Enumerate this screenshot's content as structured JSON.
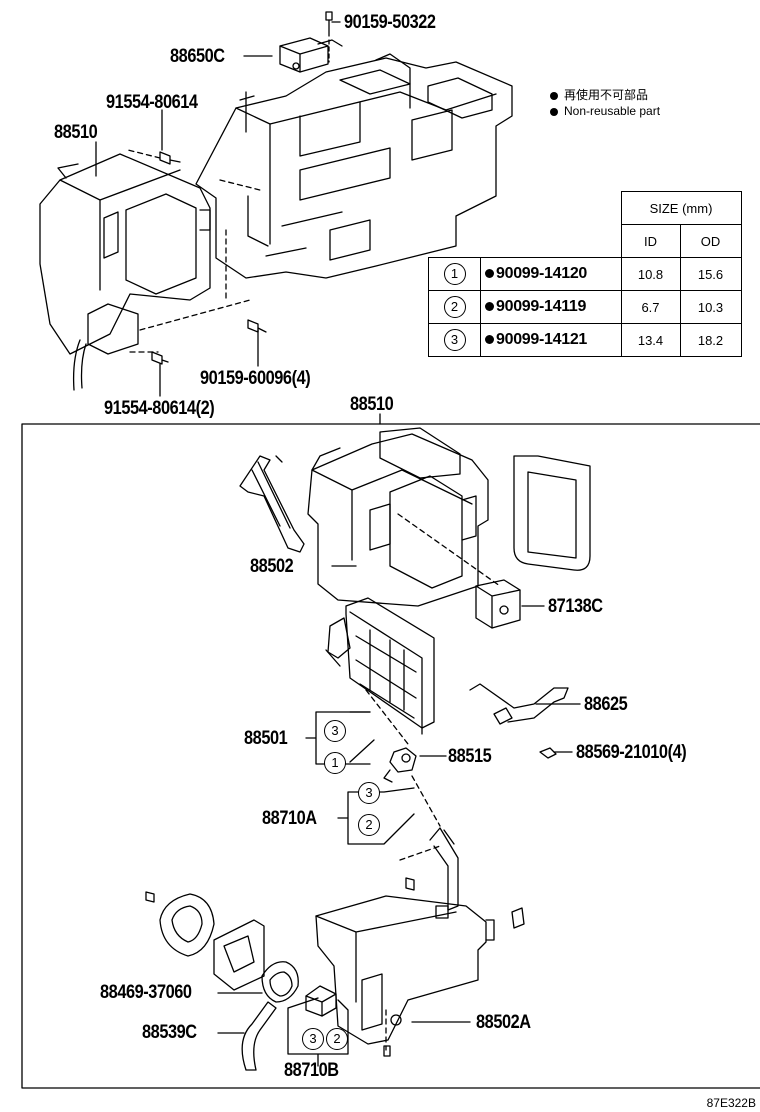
{
  "top_labels": {
    "p90159_50322": "90159-50322",
    "p88650C": "88650C",
    "p91554_80614": "91554-80614",
    "p88510_top": "88510",
    "p90159_60096": "90159-60096(4)",
    "p91554_80614_2": "91554-80614(2)",
    "p88510_box": "88510"
  },
  "legend": {
    "jp": "再使用不可部品",
    "en": "Non-reusable part"
  },
  "size_table": {
    "header": "SIZE (mm)",
    "col_id": "ID",
    "col_od": "OD",
    "rows": [
      {
        "ref": "1",
        "part": "90099-14120",
        "id": "10.8",
        "od": "15.6"
      },
      {
        "ref": "2",
        "part": "90099-14119",
        "id": "6.7",
        "od": "10.3"
      },
      {
        "ref": "3",
        "part": "90099-14121",
        "id": "13.4",
        "od": "18.2"
      }
    ]
  },
  "box_labels": {
    "p88502": "88502",
    "p87138C": "87138C",
    "p88625": "88625",
    "p88501": "88501",
    "p88515": "88515",
    "p88569": "88569-21010(4)",
    "p88710A": "88710A",
    "p88469": "88469-37060",
    "p88539C": "88539C",
    "p88502A": "88502A",
    "p88710B": "88710B"
  },
  "callouts": {
    "c3": "3",
    "c1": "1",
    "c2": "2"
  },
  "footer": "87E322B"
}
